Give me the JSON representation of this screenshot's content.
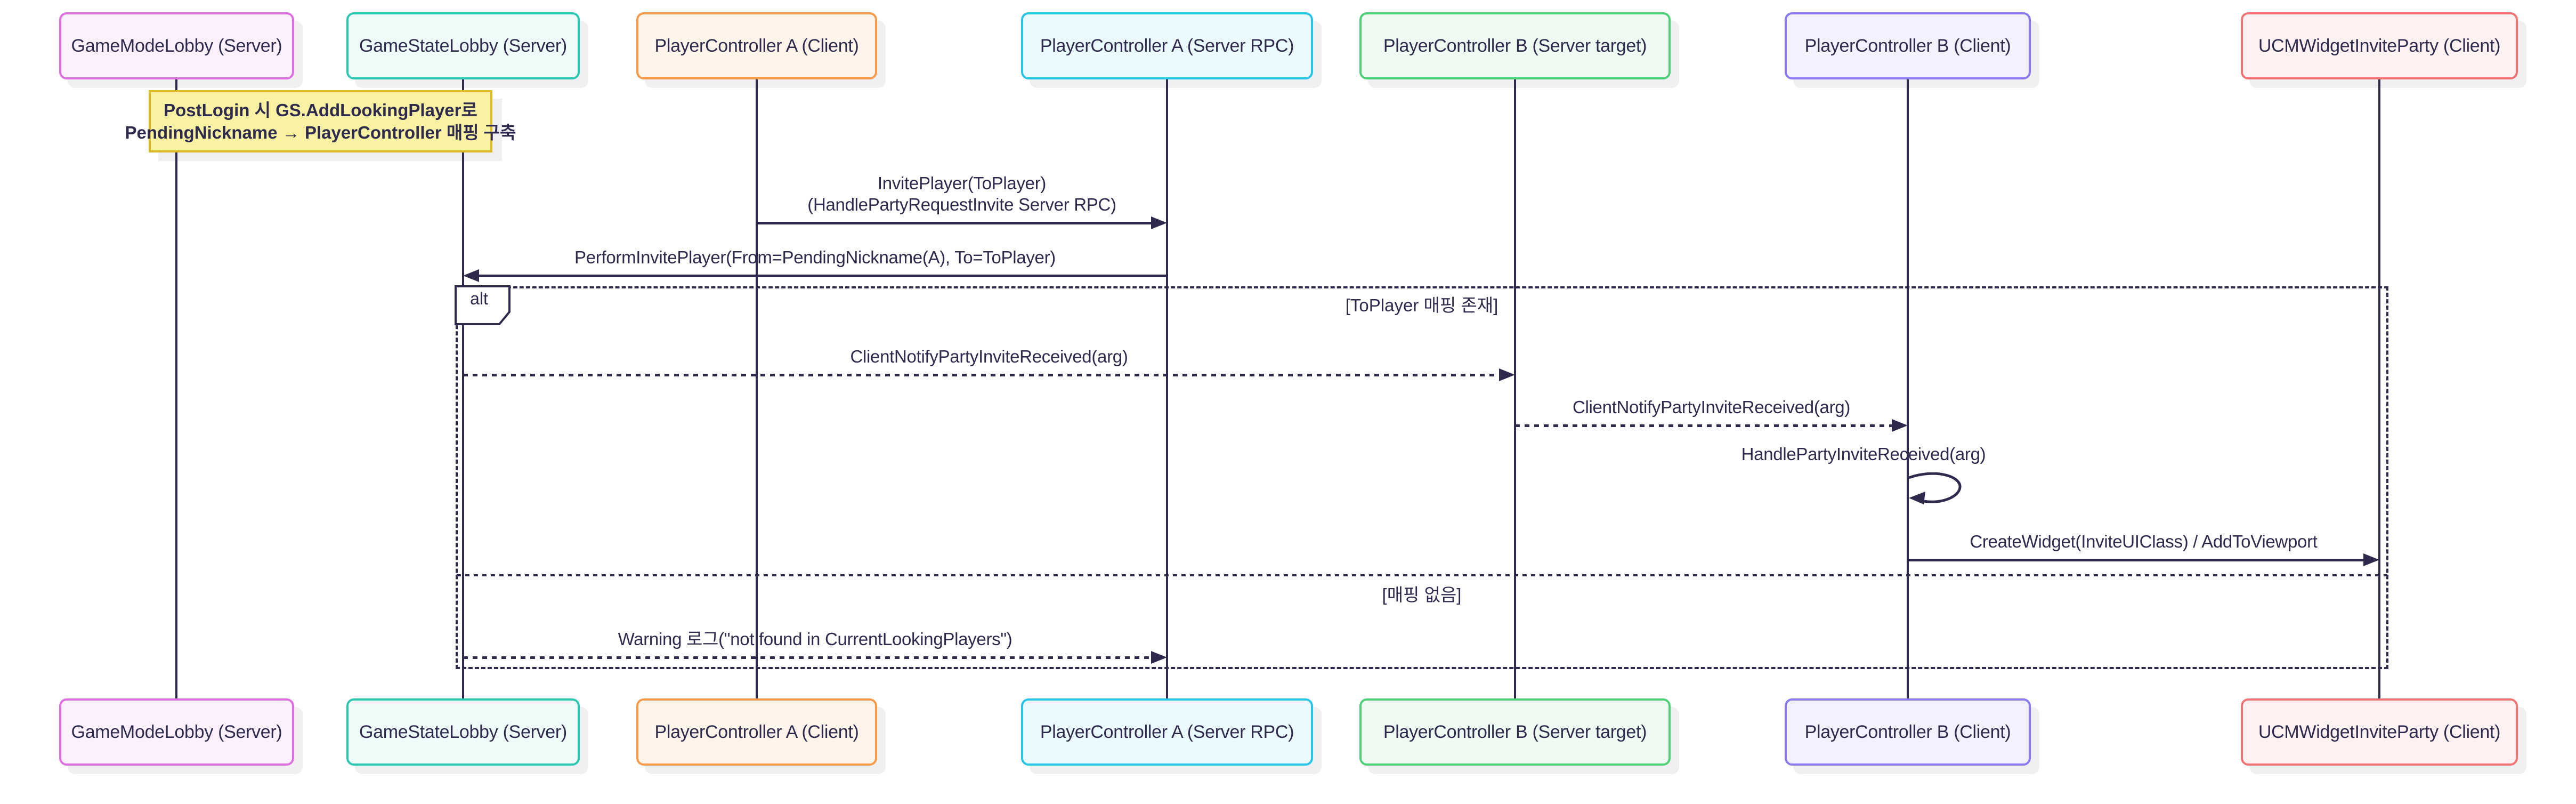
{
  "diagram": {
    "kind": "sequence-diagram"
  },
  "actors": [
    {
      "id": "gm",
      "label": "GameModeLobby (Server)",
      "border": "#dd6fe0",
      "fill": "#fdf0fd"
    },
    {
      "id": "gs",
      "label": "GameStateLobby (Server)",
      "border": "#2cc7b2",
      "fill": "#eefbf8"
    },
    {
      "id": "pca",
      "label": "PlayerController A (Client)",
      "border": "#f79a4a",
      "fill": "#fef4e9"
    },
    {
      "id": "pcarpc",
      "label": "PlayerController A (Server RPC)",
      "border": "#29c5e8",
      "fill": "#ebfafe"
    },
    {
      "id": "pcb",
      "label": "PlayerController B (Server target)",
      "border": "#4ed077",
      "fill": "#effbf2"
    },
    {
      "id": "pcbc",
      "label": "PlayerController B (Client)",
      "border": "#8a7af2",
      "fill": "#f3f1fe"
    },
    {
      "id": "ucm",
      "label": "UCMWidgetInviteParty (Client)",
      "border": "#f17373",
      "fill": "#fdf1f1"
    }
  ],
  "note": {
    "lines": [
      "PostLogin 시 GS.AddLookingPlayer로",
      "PendingNickname → PlayerController 매핑 구축"
    ],
    "fill": "#faf2a3",
    "border": "#dcb928"
  },
  "alt": {
    "operator": "alt",
    "guards": [
      "[ToPlayer 매핑 존재]",
      "[매핑 없음]"
    ]
  },
  "messages": [
    {
      "id": "m1",
      "from": "pca",
      "to": "pcarpc",
      "style": "solid",
      "lines": [
        "InvitePlayer(ToPlayer)",
        "(HandlePartyRequestInvite Server RPC)"
      ]
    },
    {
      "id": "m2",
      "from": "pcarpc",
      "to": "gs",
      "style": "solid",
      "lines": [
        "PerformInvitePlayer(From=PendingNickname(A), To=ToPlayer)"
      ]
    },
    {
      "id": "m3",
      "from": "gs",
      "to": "pcb",
      "style": "dashed",
      "lines": [
        "ClientNotifyPartyInviteReceived(arg)"
      ]
    },
    {
      "id": "m4",
      "from": "pcb",
      "to": "pcbc",
      "style": "dashed",
      "lines": [
        "ClientNotifyPartyInviteReceived(arg)"
      ]
    },
    {
      "id": "m5",
      "from": "pcbc",
      "to": "pcbc",
      "style": "self",
      "lines": [
        "HandlePartyInviteReceived(arg)"
      ]
    },
    {
      "id": "m6",
      "from": "pcbc",
      "to": "ucm",
      "style": "solid",
      "lines": [
        "CreateWidget(InviteUIClass) / AddToViewport"
      ]
    },
    {
      "id": "m7",
      "from": "gs",
      "to": "pcarpc",
      "style": "dashed",
      "lines": [
        "Warning 로그(\"not found in CurrentLookingPlayers\")"
      ]
    }
  ],
  "colors": {
    "line": "#2e2a4d",
    "text": "#2e2a4d",
    "background": "#ffffff"
  }
}
